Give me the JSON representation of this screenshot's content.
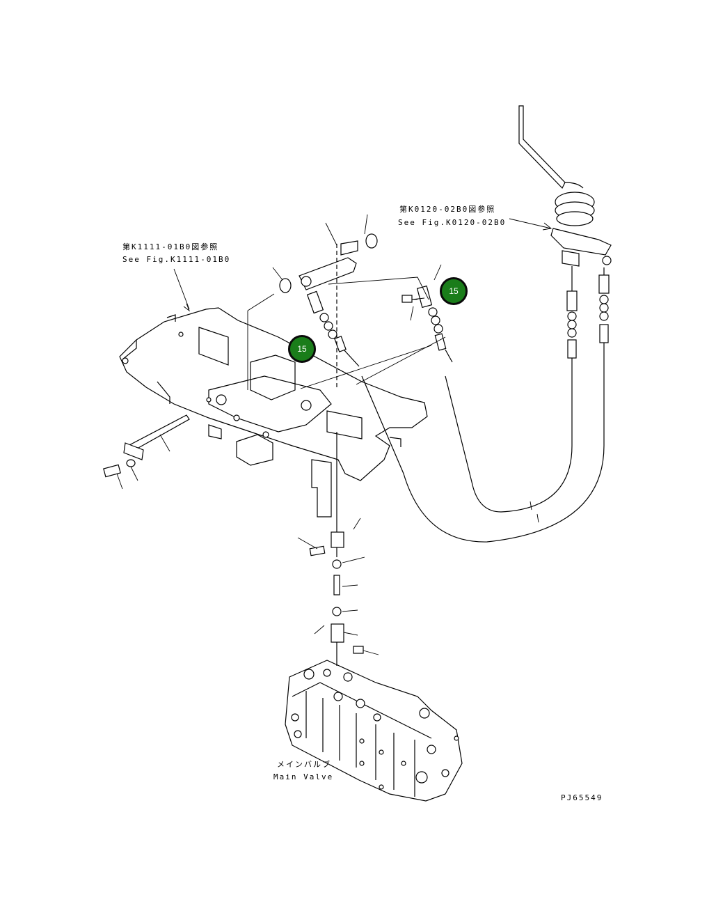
{
  "references": {
    "frame": {
      "jp": "第K1111-01B0図参照",
      "en": "See Fig.K1111-01B0"
    },
    "lever": {
      "jp": "第K0120-02B0図参照",
      "en": "See Fig.K0120-02B0"
    }
  },
  "callouts": [
    {
      "number": "15"
    },
    {
      "number": "15"
    }
  ],
  "main_valve": {
    "jp": "メインバルブ",
    "en": "Main Valve"
  },
  "drawing_code": "PJ65549",
  "colors": {
    "callout_fill": "#1a7d1a",
    "callout_border": "#0a0a0a",
    "line": "#000000"
  }
}
